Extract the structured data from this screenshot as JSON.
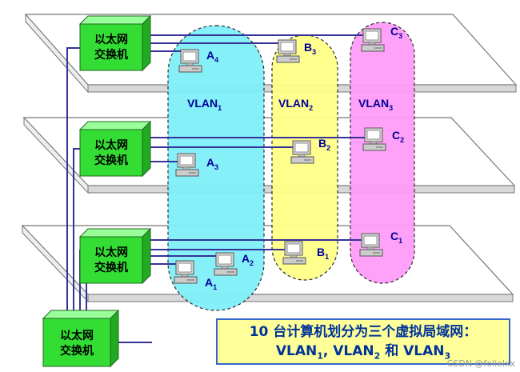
{
  "switch_label": [
    "以太网",
    "交换机"
  ],
  "vlans": [
    {
      "name": "VLAN",
      "sub": "1",
      "color": "#80f0f8"
    },
    {
      "name": "VLAN",
      "sub": "2",
      "color": "#ffff88"
    },
    {
      "name": "VLAN",
      "sub": "3",
      "color": "#ff9cf8"
    }
  ],
  "hosts": {
    "A1": {
      "letter": "A",
      "sub": "1"
    },
    "A2": {
      "letter": "A",
      "sub": "2"
    },
    "A3": {
      "letter": "A",
      "sub": "3"
    },
    "A4": {
      "letter": "A",
      "sub": "4"
    },
    "B1": {
      "letter": "B",
      "sub": "1"
    },
    "B2": {
      "letter": "B",
      "sub": "2"
    },
    "B3": {
      "letter": "B",
      "sub": "3"
    },
    "C1": {
      "letter": "C",
      "sub": "1"
    },
    "C2": {
      "letter": "C",
      "sub": "2"
    },
    "C3": {
      "letter": "C",
      "sub": "3"
    }
  },
  "caption": {
    "line1": "10 台计算机划分为三个虚拟局域网：",
    "line2_prefix": "VLAN",
    "line2_s1": "1",
    "line2_sep1": ", VLAN",
    "line2_s2": "2",
    "line2_sep2": " 和 VLAN",
    "line2_s3": "3"
  },
  "watermark": "CSDN @folielxx",
  "colors": {
    "switch_green": "#33dd33",
    "cable_blue": "#333399",
    "label_blue": "#000099"
  }
}
